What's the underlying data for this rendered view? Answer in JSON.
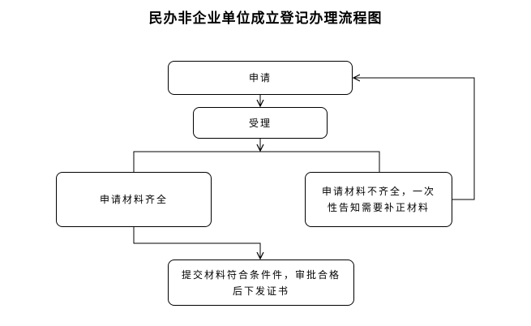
{
  "title": "民办非企业单位成立登记办理流程图",
  "nodes": {
    "apply": "申请",
    "accept": "受理",
    "complete": "申请材料齐全",
    "incomplete_line1": "申请材料不齐全，一次",
    "incomplete_line2": "性告知需要补正材料",
    "approve_line1": "提交材料符合条件件，审批合格",
    "approve_line2": "后下发证书"
  }
}
